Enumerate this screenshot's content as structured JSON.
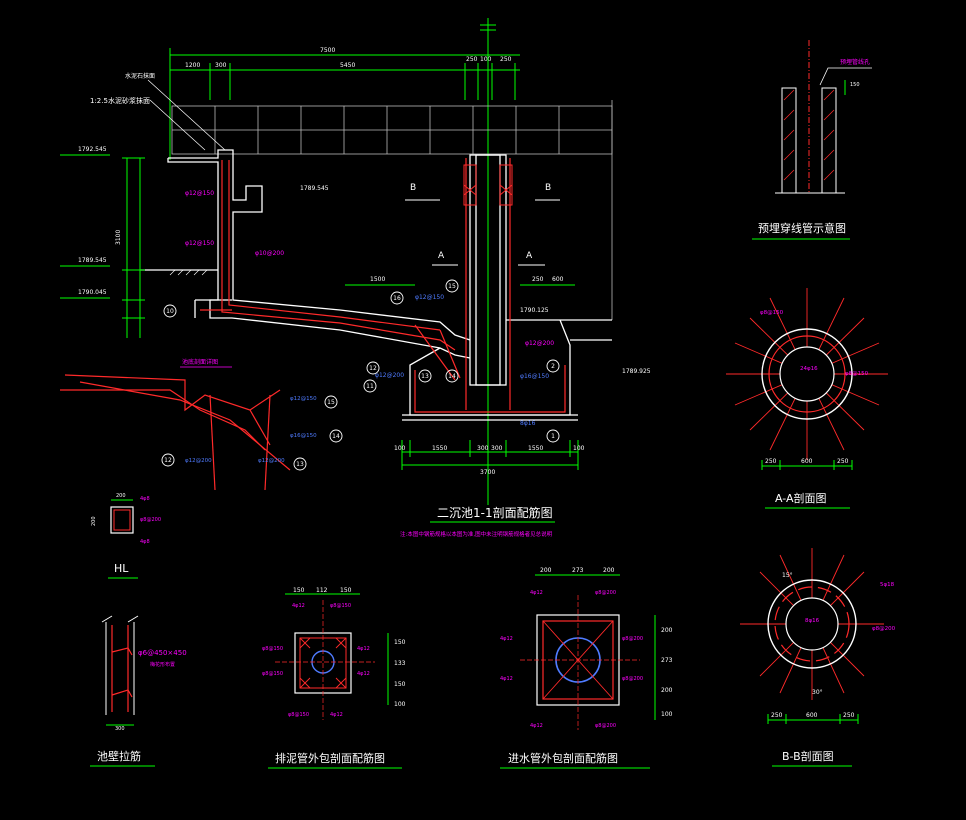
{
  "colors": {
    "background": "#000000",
    "outline": "#ffffff",
    "dimension": "#00ff00",
    "rebar": "#ff2a2a",
    "rebar_label": "#ff00ff",
    "stirrup": "#3344ff",
    "construction": "#ff3030"
  },
  "main_section": {
    "title": "二沉池1-1剖面配筋图",
    "note": "注:本图中钢筋规格以本图为准,图中未注明钢筋规格者见总说明",
    "dim_total": "7500",
    "dim_parts": [
      "1200",
      "300",
      "5450",
      "250",
      "100",
      "250"
    ],
    "dim_wall_height": "3100",
    "dim_bottom_total": "3700",
    "dim_bottom_parts": [
      "100",
      "1550",
      "300",
      "300",
      "1550",
      "100"
    ],
    "dim_slope": "1500",
    "dim_slope_b": "250",
    "dim_slope_c": "600",
    "elevations": [
      "1792.545",
      "1789.545",
      "1790.045",
      "1790.125",
      "1789.925"
    ],
    "labels": {
      "b_left": "B",
      "b_right": "B",
      "a_left": "A",
      "a_right": "A"
    },
    "top_note": "1:2.5水泥砂浆抹面",
    "top_note2": "水泥石抹面",
    "detail_title": "池底剖面详图",
    "circles": [
      "1",
      "2",
      "10",
      "11",
      "12",
      "13",
      "14",
      "15",
      "16"
    ],
    "rebar_labels": [
      "φ12@150",
      "φ12@150",
      "φ10@200",
      "φ12@200",
      "φ12@150",
      "φ16@150",
      "8φ16",
      "φ12@200"
    ]
  },
  "pipe_detail": {
    "title": "预埋穿线管示意图",
    "label": "预埋管线孔",
    "dim": "150"
  },
  "aa_section": {
    "title": "A-A剖面图",
    "dims": [
      "250",
      "600",
      "250"
    ],
    "labels": [
      "φ8@150",
      "φ8@150",
      "24φ16"
    ]
  },
  "bb_section": {
    "title": "B-B剖面图",
    "dims": [
      "250",
      "600",
      "250"
    ],
    "angle_top": "15°",
    "angle_bottom": "30°",
    "labels": [
      "5φ18",
      "φ8@200",
      "8φ16"
    ]
  },
  "hl_detail": {
    "title": "HL",
    "dims": [
      "200",
      "200"
    ],
    "labels": [
      "4φ8",
      "φ8@200",
      "4φ8"
    ]
  },
  "wall_tie": {
    "title": "池壁拉筋",
    "label": "φ6@450×450",
    "label2": "梅花形布置",
    "dim": "300"
  },
  "sludge_pipe": {
    "title": "排泥管外包剖面配筋图",
    "dims_top": [
      "150",
      "112",
      "150"
    ],
    "dims_side": [
      "150",
      "133",
      "150"
    ],
    "dim_bottom": "100",
    "labels": [
      "4φ12",
      "φ8@150",
      "φ8@150",
      "4φ12",
      "φ8@150",
      "4φ12",
      "φ8@150",
      "4φ12"
    ]
  },
  "inlet_pipe": {
    "title": "进水管外包剖面配筋图",
    "dims_top": [
      "200",
      "273",
      "200"
    ],
    "dims_side": [
      "200",
      "273",
      "200"
    ],
    "dim_bottom": "100",
    "labels": [
      "4φ12",
      "φ8@200",
      "4φ12",
      "φ8@200",
      "4φ12",
      "φ8@200",
      "4φ12",
      "φ8@200"
    ]
  }
}
